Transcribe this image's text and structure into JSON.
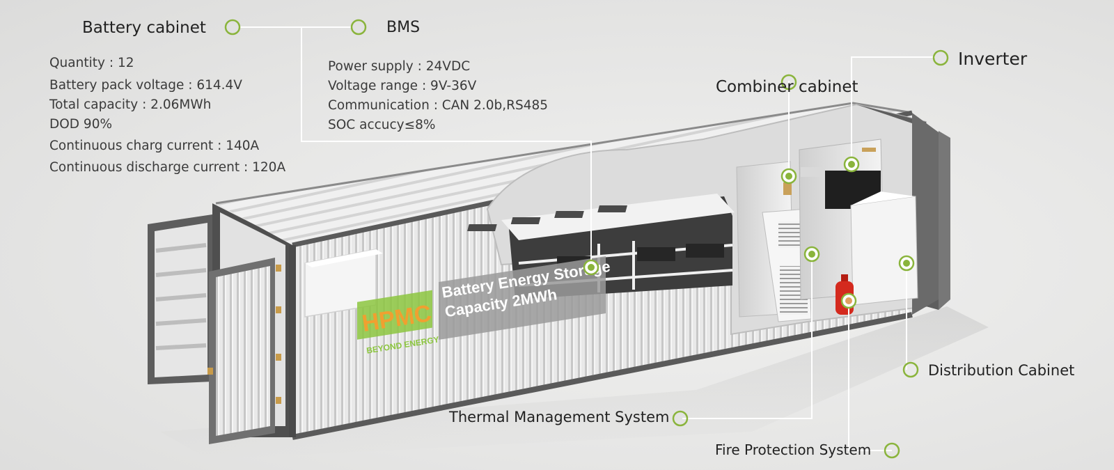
{
  "labels": {
    "battery_cabinet": "Battery cabinet",
    "bms": "BMS",
    "inverter": "Inverter",
    "combiner_cabinet": "Combiner cabinet",
    "distribution_cabinet": "Distribution Cabinet",
    "thermal_management": "Thermal Management System",
    "fire_protection": "Fire Protection System"
  },
  "battery_specs": [
    "Quantity : 12",
    "Battery pack voltage : 614.4V",
    "Total capacity :  2.06MWh",
    "DOD 90%",
    "Continuous charg current : 140A",
    "Continuous discharge current : 120A"
  ],
  "bms_specs": [
    "Power supply : 24VDC",
    "Voltage range : 9V-36V",
    "Communication : CAN 2.0b,RS485",
    "SOC  accucy≤8%"
  ],
  "container_text": {
    "logo": "HPMC",
    "logo_tagline": "BEYOND ENERGY",
    "line1": "Battery Energy Storage",
    "line2": "Capacity 2MWh"
  },
  "colors": {
    "marker_ring": "#8ab43c",
    "leader_line": "#ffffff",
    "logo_green": "#8cc63f",
    "logo_orange": "#f0a030",
    "extinguisher_red": "#d42a1e"
  }
}
